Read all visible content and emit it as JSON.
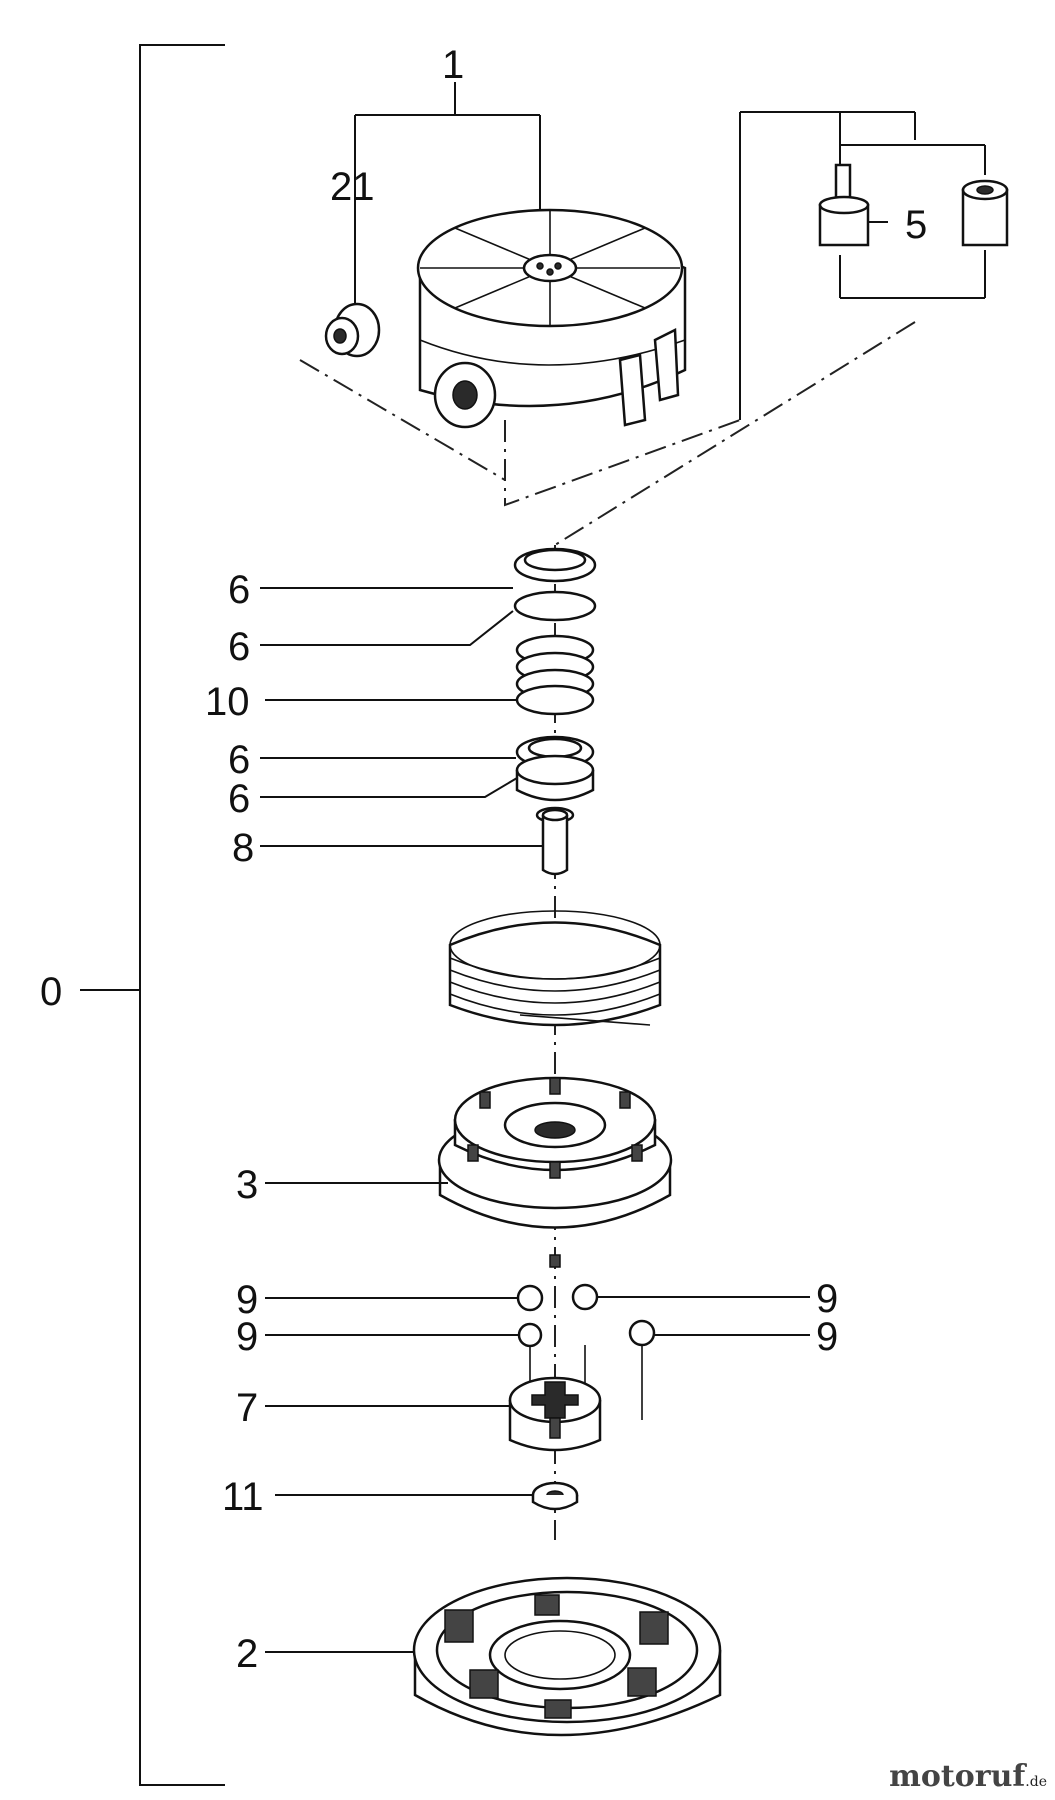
{
  "labels": {
    "l0": "0",
    "l1": "1",
    "l21": "21",
    "l5": "5",
    "l6a": "6",
    "l6b": "6",
    "l10": "10",
    "l6c": "6",
    "l6d": "6",
    "l8": "8",
    "l3": "3",
    "l9a": "9",
    "l9b": "9",
    "l9c": "9",
    "l9d": "9",
    "l7": "7",
    "l11": "11",
    "l2": "2"
  },
  "watermark": {
    "brand": "motoruf",
    "tld": ".de"
  }
}
